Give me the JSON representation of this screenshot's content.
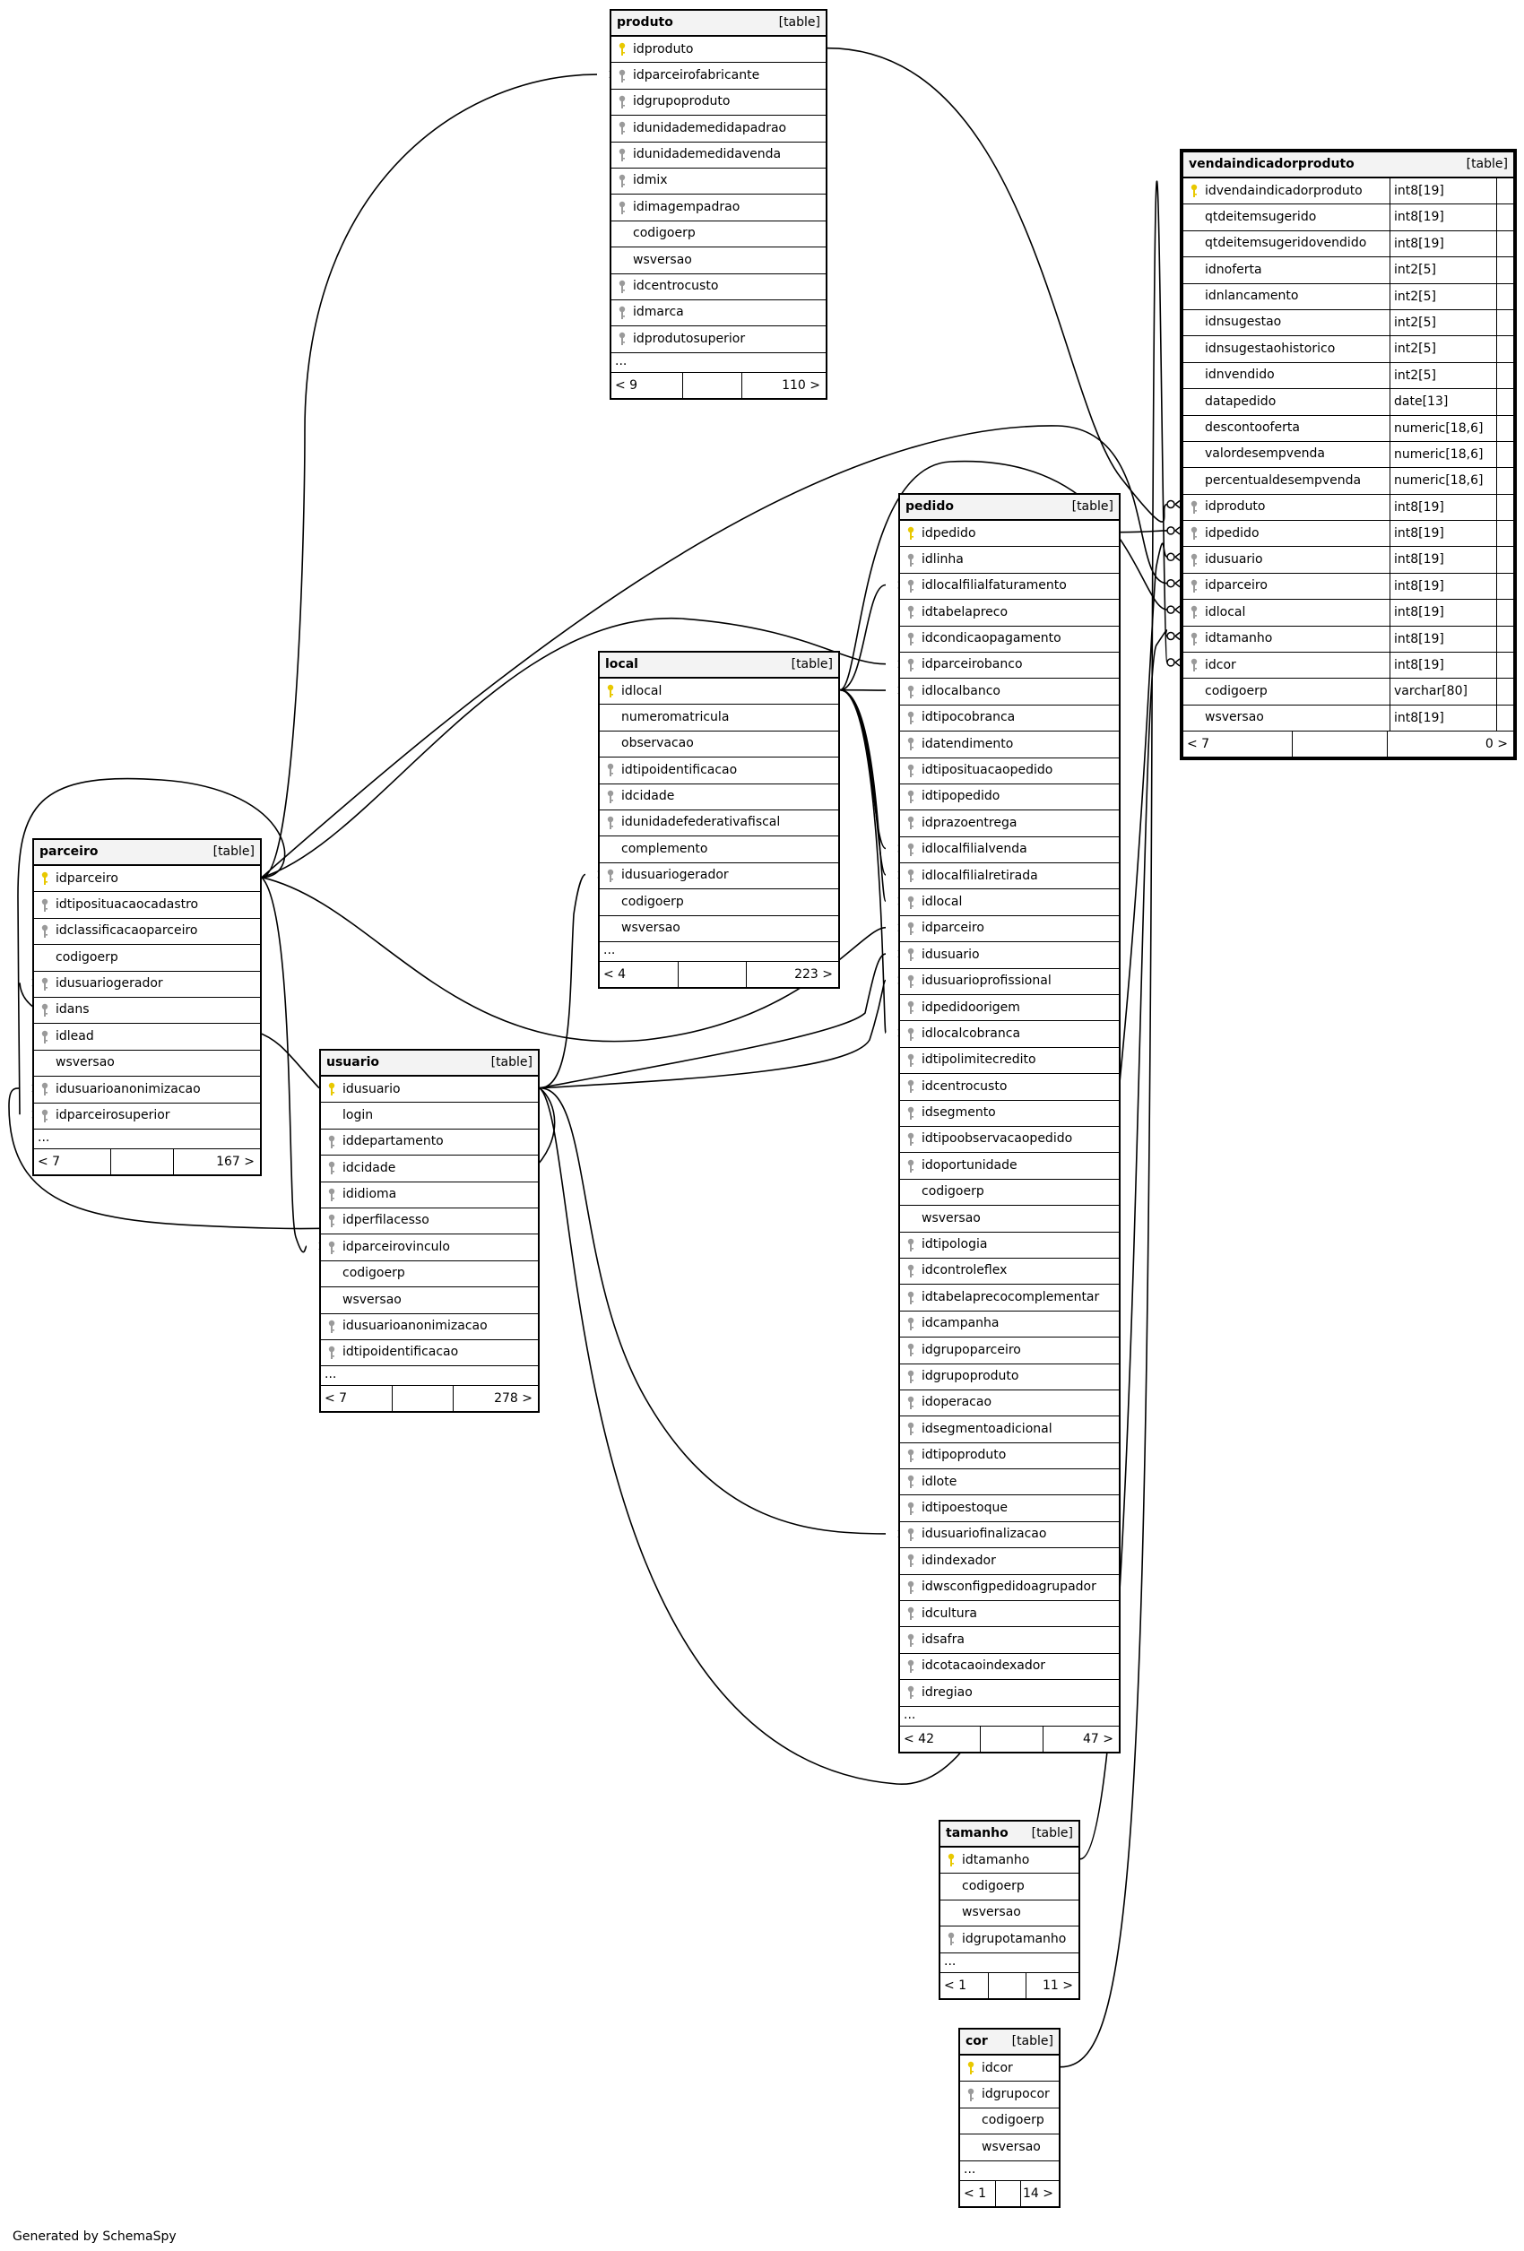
{
  "footer": {
    "generated": "Generated by SchemaSpy"
  },
  "tables": [
    {
      "id": "produto",
      "name": "produto",
      "type_label": "[table]",
      "columns": [
        {
          "name": "idproduto",
          "icon": "primary-key-icon"
        },
        {
          "name": "idparceirofabricante",
          "icon": "foreign-key-icon"
        },
        {
          "name": "idgrupoproduto",
          "icon": "foreign-key-icon"
        },
        {
          "name": "idunidademedidapadrao",
          "icon": "foreign-key-icon"
        },
        {
          "name": "idunidademedidavenda",
          "icon": "foreign-key-icon"
        },
        {
          "name": "idmix",
          "icon": "foreign-key-icon"
        },
        {
          "name": "idimagempadrao",
          "icon": "foreign-key-icon"
        },
        {
          "name": "codigoerp",
          "icon": ""
        },
        {
          "name": "wsversao",
          "icon": ""
        },
        {
          "name": "idcentrocusto",
          "icon": "foreign-key-icon"
        },
        {
          "name": "idmarca",
          "icon": "foreign-key-icon"
        },
        {
          "name": "idprodutosuperior",
          "icon": "foreign-key-icon"
        }
      ],
      "ellipsis": "...",
      "footer": {
        "left": "< 9",
        "right": "110 >"
      }
    },
    {
      "id": "vendaindicadorproduto",
      "name": "vendaindicadorproduto",
      "type_label": "[table]",
      "columns": [
        {
          "name": "idvendaindicadorproduto",
          "icon": "primary-key-icon",
          "type": "int8[19]"
        },
        {
          "name": "qtdeitemsugerido",
          "icon": "",
          "type": "int8[19]"
        },
        {
          "name": "qtdeitemsugeridovendido",
          "icon": "",
          "type": "int8[19]"
        },
        {
          "name": "idnoferta",
          "icon": "",
          "type": "int2[5]"
        },
        {
          "name": "idnlancamento",
          "icon": "",
          "type": "int2[5]"
        },
        {
          "name": "idnsugestao",
          "icon": "",
          "type": "int2[5]"
        },
        {
          "name": "idnsugestaohistorico",
          "icon": "",
          "type": "int2[5]"
        },
        {
          "name": "idnvendido",
          "icon": "",
          "type": "int2[5]"
        },
        {
          "name": "datapedido",
          "icon": "",
          "type": "date[13]"
        },
        {
          "name": "descontooferta",
          "icon": "",
          "type": "numeric[18,6]"
        },
        {
          "name": "valordesempvenda",
          "icon": "",
          "type": "numeric[18,6]"
        },
        {
          "name": "percentualdesempvenda",
          "icon": "",
          "type": "numeric[18,6]"
        },
        {
          "name": "idproduto",
          "icon": "foreign-key-icon",
          "type": "int8[19]"
        },
        {
          "name": "idpedido",
          "icon": "foreign-key-icon",
          "type": "int8[19]"
        },
        {
          "name": "idusuario",
          "icon": "foreign-key-icon",
          "type": "int8[19]"
        },
        {
          "name": "idparceiro",
          "icon": "foreign-key-icon",
          "type": "int8[19]"
        },
        {
          "name": "idlocal",
          "icon": "foreign-key-icon",
          "type": "int8[19]"
        },
        {
          "name": "idtamanho",
          "icon": "foreign-key-icon",
          "type": "int8[19]"
        },
        {
          "name": "idcor",
          "icon": "foreign-key-icon",
          "type": "int8[19]"
        },
        {
          "name": "codigoerp",
          "icon": "",
          "type": "varchar[80]"
        },
        {
          "name": "wsversao",
          "icon": "",
          "type": "int8[19]"
        }
      ],
      "footer": {
        "left": "< 7",
        "right": "0 >"
      }
    },
    {
      "id": "pedido",
      "name": "pedido",
      "type_label": "[table]",
      "columns": [
        {
          "name": "idpedido",
          "icon": "primary-key-icon"
        },
        {
          "name": "idlinha",
          "icon": "foreign-key-icon"
        },
        {
          "name": "idlocalfilialfaturamento",
          "icon": "foreign-key-icon"
        },
        {
          "name": "idtabelapreco",
          "icon": "foreign-key-icon"
        },
        {
          "name": "idcondicaopagamento",
          "icon": "foreign-key-icon"
        },
        {
          "name": "idparceirobanco",
          "icon": "foreign-key-icon"
        },
        {
          "name": "idlocalbanco",
          "icon": "foreign-key-icon"
        },
        {
          "name": "idtipocobranca",
          "icon": "foreign-key-icon"
        },
        {
          "name": "idatendimento",
          "icon": "foreign-key-icon"
        },
        {
          "name": "idtiposituacaopedido",
          "icon": "foreign-key-icon"
        },
        {
          "name": "idtipopedido",
          "icon": "foreign-key-icon"
        },
        {
          "name": "idprazoentrega",
          "icon": "foreign-key-icon"
        },
        {
          "name": "idlocalfilialvenda",
          "icon": "foreign-key-icon"
        },
        {
          "name": "idlocalfilialretirada",
          "icon": "foreign-key-icon"
        },
        {
          "name": "idlocal",
          "icon": "foreign-key-icon"
        },
        {
          "name": "idparceiro",
          "icon": "foreign-key-icon"
        },
        {
          "name": "idusuario",
          "icon": "foreign-key-icon"
        },
        {
          "name": "idusuarioprofissional",
          "icon": "foreign-key-icon"
        },
        {
          "name": "idpedidoorigem",
          "icon": "foreign-key-icon"
        },
        {
          "name": "idlocalcobranca",
          "icon": "foreign-key-icon"
        },
        {
          "name": "idtipolimitecredito",
          "icon": "foreign-key-icon"
        },
        {
          "name": "idcentrocusto",
          "icon": "foreign-key-icon"
        },
        {
          "name": "idsegmento",
          "icon": "foreign-key-icon"
        },
        {
          "name": "idtipoobservacaopedido",
          "icon": "foreign-key-icon"
        },
        {
          "name": "idoportunidade",
          "icon": "foreign-key-icon"
        },
        {
          "name": "codigoerp",
          "icon": ""
        },
        {
          "name": "wsversao",
          "icon": ""
        },
        {
          "name": "idtipologia",
          "icon": "foreign-key-icon"
        },
        {
          "name": "idcontroleflex",
          "icon": "foreign-key-icon"
        },
        {
          "name": "idtabelaprecocomplementar",
          "icon": "foreign-key-icon"
        },
        {
          "name": "idcampanha",
          "icon": "foreign-key-icon"
        },
        {
          "name": "idgrupoparceiro",
          "icon": "foreign-key-icon"
        },
        {
          "name": "idgrupoproduto",
          "icon": "foreign-key-icon"
        },
        {
          "name": "idoperacao",
          "icon": "foreign-key-icon"
        },
        {
          "name": "idsegmentoadicional",
          "icon": "foreign-key-icon"
        },
        {
          "name": "idtipoproduto",
          "icon": "foreign-key-icon"
        },
        {
          "name": "idlote",
          "icon": "foreign-key-icon"
        },
        {
          "name": "idtipoestoque",
          "icon": "foreign-key-icon"
        },
        {
          "name": "idusuariofinalizacao",
          "icon": "foreign-key-icon"
        },
        {
          "name": "idindexador",
          "icon": "foreign-key-icon"
        },
        {
          "name": "idwsconfigpedidoagrupador",
          "icon": "foreign-key-icon"
        },
        {
          "name": "idcultura",
          "icon": "foreign-key-icon"
        },
        {
          "name": "idsafra",
          "icon": "foreign-key-icon"
        },
        {
          "name": "idcotacaoindexador",
          "icon": "foreign-key-icon"
        },
        {
          "name": "idregiao",
          "icon": "foreign-key-icon"
        }
      ],
      "ellipsis": "...",
      "footer": {
        "left": "< 42",
        "right": "47 >"
      }
    },
    {
      "id": "local",
      "name": "local",
      "type_label": "[table]",
      "columns": [
        {
          "name": "idlocal",
          "icon": "primary-key-icon"
        },
        {
          "name": "numeromatricula",
          "icon": ""
        },
        {
          "name": "observacao",
          "icon": ""
        },
        {
          "name": "idtipoidentificacao",
          "icon": "foreign-key-icon"
        },
        {
          "name": "idcidade",
          "icon": "foreign-key-icon"
        },
        {
          "name": "idunidadefederativafiscal",
          "icon": "foreign-key-icon"
        },
        {
          "name": "complemento",
          "icon": ""
        },
        {
          "name": "idusuariogerador",
          "icon": "foreign-key-icon"
        },
        {
          "name": "codigoerp",
          "icon": ""
        },
        {
          "name": "wsversao",
          "icon": ""
        }
      ],
      "ellipsis": "...",
      "footer": {
        "left": "< 4",
        "right": "223 >"
      }
    },
    {
      "id": "parceiro",
      "name": "parceiro",
      "type_label": "[table]",
      "columns": [
        {
          "name": "idparceiro",
          "icon": "primary-key-icon"
        },
        {
          "name": "idtiposituacaocadastro",
          "icon": "foreign-key-icon"
        },
        {
          "name": "idclassificacaoparceiro",
          "icon": "foreign-key-icon"
        },
        {
          "name": "codigoerp",
          "icon": ""
        },
        {
          "name": "idusuariogerador",
          "icon": "foreign-key-icon"
        },
        {
          "name": "idans",
          "icon": "foreign-key-icon"
        },
        {
          "name": "idlead",
          "icon": "foreign-key-icon"
        },
        {
          "name": "wsversao",
          "icon": ""
        },
        {
          "name": "idusuarioanonimizacao",
          "icon": "foreign-key-icon"
        },
        {
          "name": "idparceirosuperior",
          "icon": "foreign-key-icon"
        }
      ],
      "ellipsis": "...",
      "footer": {
        "left": "< 7",
        "right": "167 >"
      }
    },
    {
      "id": "usuario",
      "name": "usuario",
      "type_label": "[table]",
      "columns": [
        {
          "name": "idusuario",
          "icon": "primary-key-icon"
        },
        {
          "name": "login",
          "icon": ""
        },
        {
          "name": "iddepartamento",
          "icon": "foreign-key-icon"
        },
        {
          "name": "idcidade",
          "icon": "foreign-key-icon"
        },
        {
          "name": "ididioma",
          "icon": "foreign-key-icon"
        },
        {
          "name": "idperfilacesso",
          "icon": "foreign-key-icon"
        },
        {
          "name": "idparceirovinculo",
          "icon": "foreign-key-icon"
        },
        {
          "name": "codigoerp",
          "icon": ""
        },
        {
          "name": "wsversao",
          "icon": ""
        },
        {
          "name": "idusuarioanonimizacao",
          "icon": "foreign-key-icon"
        },
        {
          "name": "idtipoidentificacao",
          "icon": "foreign-key-icon"
        }
      ],
      "ellipsis": "...",
      "footer": {
        "left": "< 7",
        "right": "278 >"
      }
    },
    {
      "id": "tamanho",
      "name": "tamanho",
      "type_label": "[table]",
      "columns": [
        {
          "name": "idtamanho",
          "icon": "primary-key-icon"
        },
        {
          "name": "codigoerp",
          "icon": ""
        },
        {
          "name": "wsversao",
          "icon": ""
        },
        {
          "name": "idgrupotamanho",
          "icon": "foreign-key-icon"
        }
      ],
      "ellipsis": "...",
      "footer": {
        "left": "< 1",
        "right": "11 >"
      }
    },
    {
      "id": "cor",
      "name": "cor",
      "type_label": "[table]",
      "columns": [
        {
          "name": "idcor",
          "icon": "primary-key-icon"
        },
        {
          "name": "idgrupocor",
          "icon": "foreign-key-icon"
        },
        {
          "name": "codigoerp",
          "icon": ""
        },
        {
          "name": "wsversao",
          "icon": ""
        }
      ],
      "ellipsis": "...",
      "footer": {
        "left": "< 1",
        "right": "14 >"
      }
    }
  ]
}
